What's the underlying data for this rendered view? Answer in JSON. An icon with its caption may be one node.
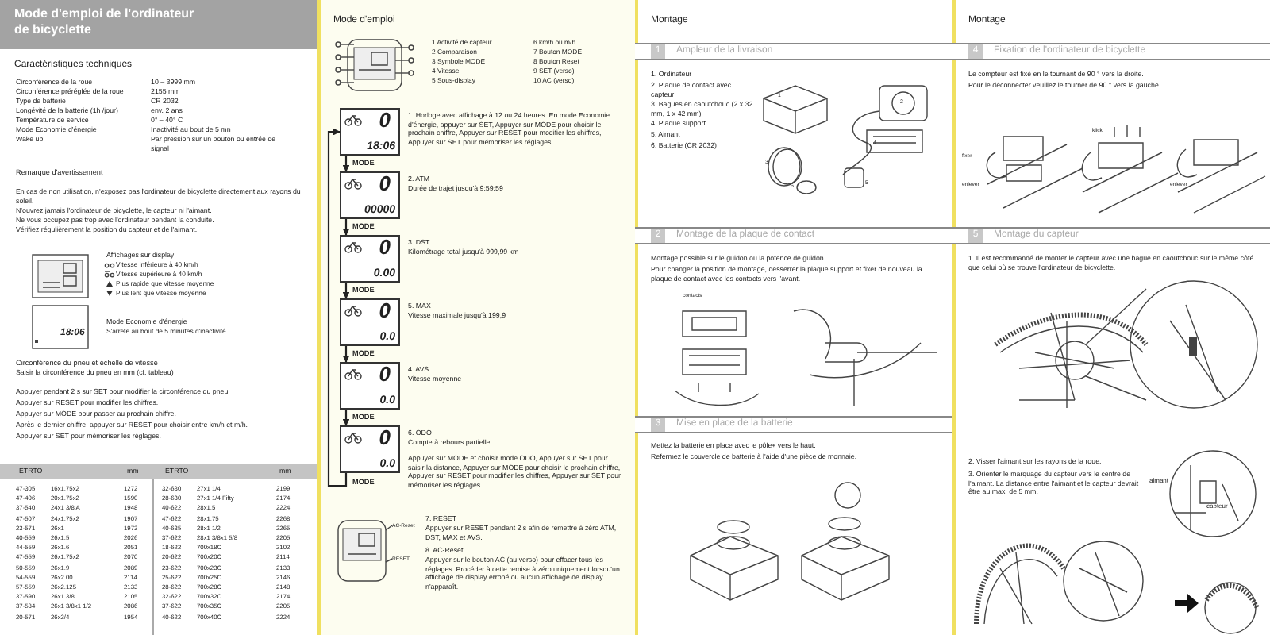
{
  "diagram": {
    "title": "Mode d'emploi de l'ordinateur de bicyclette",
    "nodes": [
      {
        "text": [
          "0",
          "18:06"
        ],
        "beside": [
          "1. Horloge avec affichage à 12 ou 24 heures. En mode Economie d'énergie, appuyer sur SET, Appuyer sur MODE pour choisir le prochain chiffre, Appuyer sur RESET pour modifier les chiffres, Appuyer sur SET pour mémoriser les réglages."
        ]
      },
      {
        "text": [
          "0",
          "00000"
        ],
        "beside": [
          "2. ATM",
          "Durée de trajet jusqu'à 9:59:59"
        ]
      },
      {
        "text": [
          "0",
          "0.00"
        ],
        "beside": [
          "3. DST",
          "Kilométrage total jusqu'à 999,99 km"
        ]
      },
      {
        "text": [
          "0",
          "0.0"
        ],
        "beside": [
          "5. MAX",
          "Vitesse maximale jusqu'à 199,9"
        ]
      },
      {
        "text": [
          "0",
          "0.0"
        ],
        "beside": [
          "4. AVS",
          "Vitesse moyenne"
        ]
      },
      {
        "text": [
          "0",
          "0.0"
        ],
        "beside": [
          "6. ODO",
          "Compte à rebours partielle",
          "Appuyer sur MODE et choisir mode ODO, Appuyer sur SET pour saisir la distance, Appuyer sur MODE pour choisir le prochain chiffre, Appuyer sur RESET pour modifier les chiffres, Appuyer sur SET pour mémoriser les réglages."
        ]
      },
      {
        "text": [
          "1",
          "Ampleur de la livraison"
        ]
      },
      {
        "text": [
          "2",
          "Montage de la plaque de contact"
        ]
      },
      {
        "text": [
          "3",
          "Mise en place de la batterie"
        ]
      },
      {
        "text": [
          "4",
          "Fixation de l'ordinateur de bicyclette"
        ]
      },
      {
        "text": [
          "5",
          "Montage du capteur"
        ]
      }
    ],
    "edges": [
      {
        "from": 0,
        "to": 1,
        "arrow": "to",
        "label": "MODE"
      },
      {
        "from": 1,
        "to": 2,
        "arrow": "to",
        "label": "MODE"
      },
      {
        "from": 2,
        "to": 3,
        "arrow": "to",
        "label": "MODE"
      },
      {
        "from": 3,
        "to": 4,
        "arrow": "to",
        "label": "MODE"
      },
      {
        "from": 4,
        "to": 5,
        "arrow": "to",
        "label": "MODE"
      },
      {
        "from": 5,
        "to": 0,
        "arrow": "to",
        "label": "MODE"
      }
    ],
    "labels": [
      "Caractéristiques techniques",
      "Circonférence de la roue",
      "10 – 3999 mm",
      "Circonférence préréglée de la roue",
      "2155 mm",
      "Type de batterie",
      "CR 2032",
      "Longévité de la batterie (1h /jour)",
      "env. 2 ans",
      "Température de service",
      "0° – 40° C",
      "Mode Economie d'énergie",
      "Inactivité au bout de 5 mn",
      "Wake up",
      "Par pression sur un bouton ou entrée de signal",
      "Remarque d'avertissement",
      "En cas de non utilisation, n'exposez pas l'ordinateur de bicyclette directement aux rayons du soleil.",
      "N'ouvrez jamais l'ordinateur de bicyclette, le capteur ni l'aimant.",
      "Ne vous occupez pas trop avec l'ordinateur pendant la conduite.",
      "Vérifiez régulièrement la position du capteur et de l'aimant.",
      "Affichages sur display",
      "Vitesse inférieure à 40 km/h",
      "Vitesse supérieure à 40 km/h",
      "Plus rapide que vitesse moyenne",
      "Plus lent que vitesse moyenne",
      "Mode Economie d'énergie",
      "S'arrête au bout de 5 minutes d'inactivité",
      "18:06",
      "Circonférence du pneu et échelle de vitesse",
      "Saisir la circonférence du pneu en mm (cf. tableau)",
      "Appuyer pendant 2 s sur SET pour modifier la circonférence du pneu.",
      "Appuyer sur RESET pour modifier les chiffres.",
      "Appuyer sur MODE pour passer au prochain chiffre.",
      "Après le dernier chiffre, appuyer sur RESET pour choisir entre km/h et m/h.",
      "Appuyer sur SET pour mémoriser les réglages.",
      "ETRTO",
      "mm",
      "ETRTO",
      "mm",
      "47-305",
      "16x1.75x2",
      "1272",
      "32-630",
      "27x1 1/4",
      "2199",
      "47-406",
      "20x1.75x2",
      "1590",
      "28-630",
      "27x1 1/4 Fifty",
      "2174",
      "37-540",
      "24x1 3/8 A",
      "1948",
      "40-622",
      "28x1.5",
      "2224",
      "47-507",
      "24x1.75x2",
      "1907",
      "47-622",
      "28x1.75",
      "2268",
      "23-571",
      "26x1",
      "1973",
      "40-635",
      "28x1 1/2",
      "2265",
      "40-559",
      "26x1.5",
      "2026",
      "37-622",
      "28x1 3/8x1 5/8",
      "2205",
      "44-559",
      "26x1.6",
      "2051",
      "18-622",
      "700x18C",
      "2102",
      "47-559",
      "26x1.75x2",
      "2070",
      "20-622",
      "700x20C",
      "2114",
      "50-559",
      "26x1.9",
      "2089",
      "23-622",
      "700x23C",
      "2133",
      "54-559",
      "26x2.00",
      "2114",
      "25-622",
      "700x25C",
      "2146",
      "57-559",
      "26x2.125",
      "2133",
      "28-622",
      "700x28C",
      "2148",
      "37-590",
      "26x1 3/8",
      "2105",
      "32-622",
      "700x32C",
      "2174",
      "37-584",
      "26x1 3/8x1 1/2",
      "2086",
      "37-622",
      "700x35C",
      "2205",
      "20-571",
      "26x3/4",
      "1954",
      "40-622",
      "700x40C",
      "2224",
      "Mode d'emploi",
      "1 Activité de capteur",
      "6 km/h ou m/h",
      "2 Comparaison",
      "7 Bouton MODE",
      "3 Symbole MODE",
      "8 Bouton Reset",
      "4 Vitesse",
      "9 SET (verso)",
      "5 Sous-display",
      "10 AC (verso)",
      "7. RESET",
      "Appuyer sur RESET pendant 2 s afin de remettre à zéro ATM, DST, MAX et AVS.",
      "8. AC-Reset",
      "Appuyer sur le bouton AC (au verso) pour effacer tous les réglages. Procéder à cette remise à zéro uniquement lorsqu'un affichage de display erroné ou aucun affichage de display n'apparaît.",
      "AC-Reset",
      "RESET",
      "Montage",
      "1. Ordinateur",
      "2. Plaque de contact avec capteur",
      "3. Bagues en caoutchouc (2 x 32 mm, 1 x 42 mm)",
      "4. Plaque support",
      "5. Aimant",
      "6. Batterie (CR 2032)",
      "1",
      "2",
      "3",
      "4",
      "5",
      "6",
      "Montage possible sur le guidon ou la potence de guidon.",
      "Pour changer la position de montage, desserrer la plaque support et fixer de nouveau la plaque de contact avec les contacts vers l'avant.",
      "contacts",
      "Mettez la batterie en place avec le pôle+ vers le haut.",
      "Refermez le couvercle de batterie à l'aide d'une pièce de monnaie.",
      "Montage",
      "Le compteur est fixé en le tournant de 90 ° vers la droite.",
      "Pour le déconnecter veuillez le tourner de 90 ° vers la gauche.",
      "fixer",
      "enlever",
      "klick",
      "enlever",
      "1. Il est recommandé de monter le capteur avec une bague en caoutchouc sur le même côté que celui où se trouve l'ordinateur de bicyclette.",
      "2. Visser l'aimant sur les rayons de la roue.",
      "3. Orienter le marquage du capteur vers le centre de l'aimant. La distance entre l'aimant et le capteur devrait être au max. de 5 mm.",
      "aimant",
      "capteur"
    ]
  }
}
